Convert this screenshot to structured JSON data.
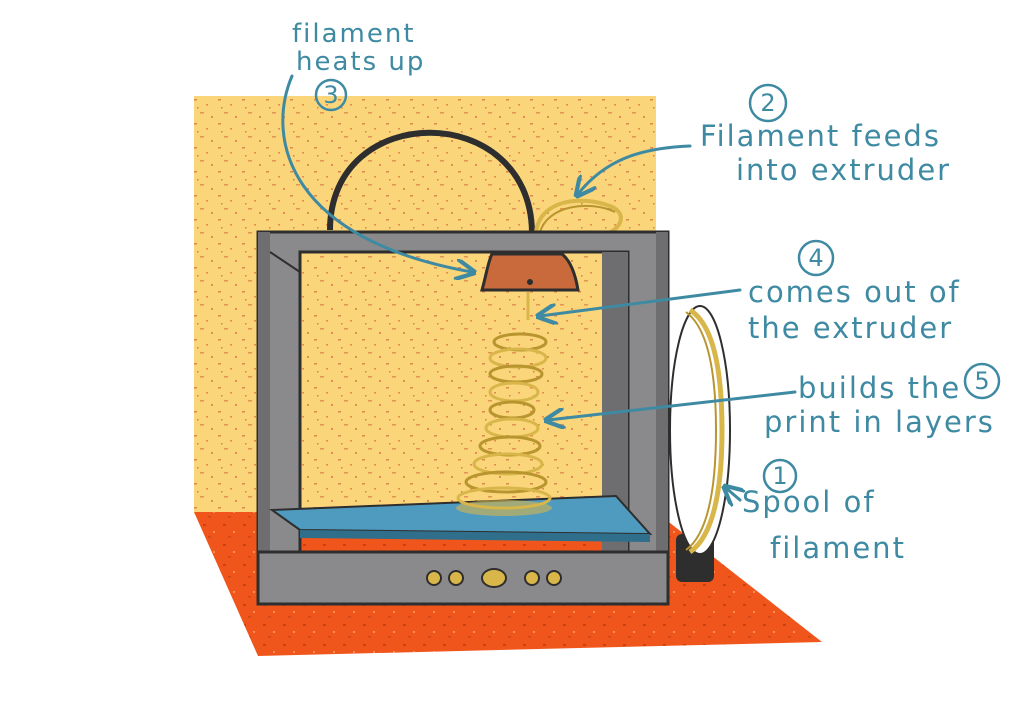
{
  "labels": {
    "step1": {
      "number": "1",
      "line1": "Spool of",
      "line2": "filament"
    },
    "step2": {
      "number": "2",
      "line1": "Filament feeds",
      "line2": "into extruder"
    },
    "step3": {
      "number": "3",
      "line1": "filament",
      "line2": "heats up"
    },
    "step4": {
      "number": "4",
      "line1": "comes out of",
      "line2": "the extruder"
    },
    "step5": {
      "number": "5",
      "line1": "builds the",
      "line2": "print in layers"
    }
  },
  "colors": {
    "annotation": "#3f8aa3",
    "wall": "#fad57a",
    "floor": "#f0561b",
    "speckle": "#c8432a",
    "frame": "#8a8a8c",
    "frame_dark": "#5e5e60",
    "bed": "#4f9bc0",
    "filament": "#d8b64a",
    "extruder": "#c86a3c",
    "spool": "#ffffff"
  },
  "icons": [
    "arrow-icon",
    "number-badge"
  ]
}
